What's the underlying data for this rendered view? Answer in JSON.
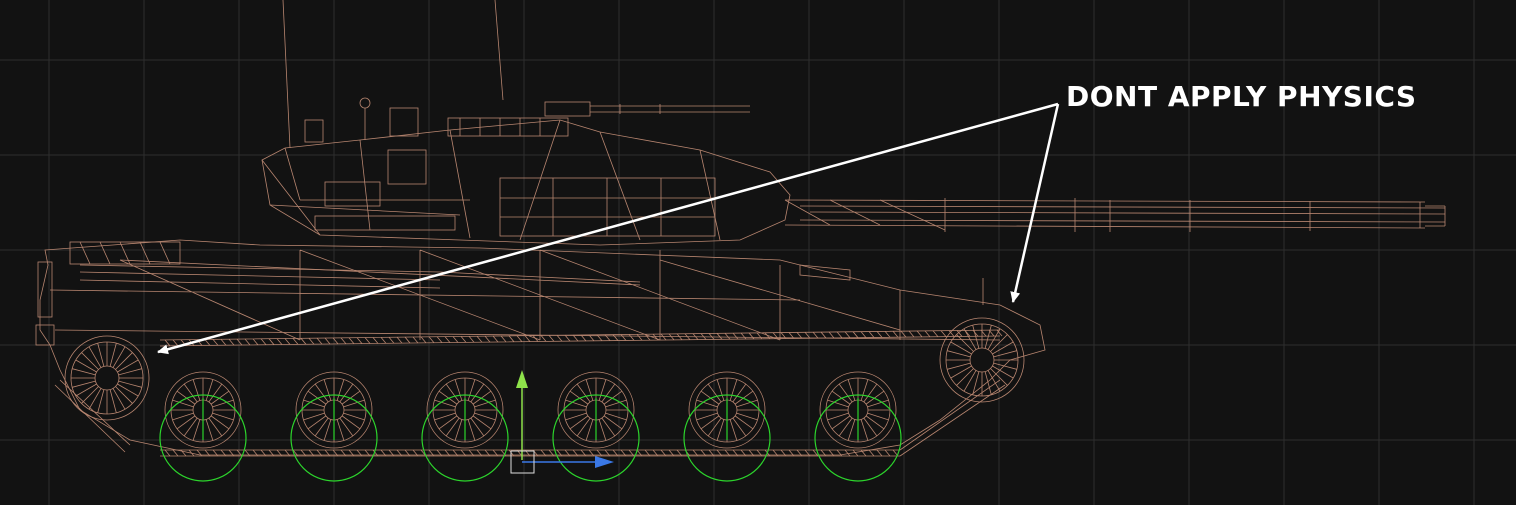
{
  "annotation": {
    "label": "DONT APPLY PHYSICS"
  },
  "colors": {
    "background": "#121212",
    "grid": "#2e2e2e",
    "wireframe": "#c9927a",
    "collider": "#2cd42c",
    "gizmo_y": "#8ee24a",
    "gizmo_x": "#3a78e6",
    "annotation": "#ffffff"
  },
  "scene": {
    "object": "tank-wireframe",
    "road_wheels_with_colliders": 6,
    "idler_wheels_without_physics": 2
  }
}
